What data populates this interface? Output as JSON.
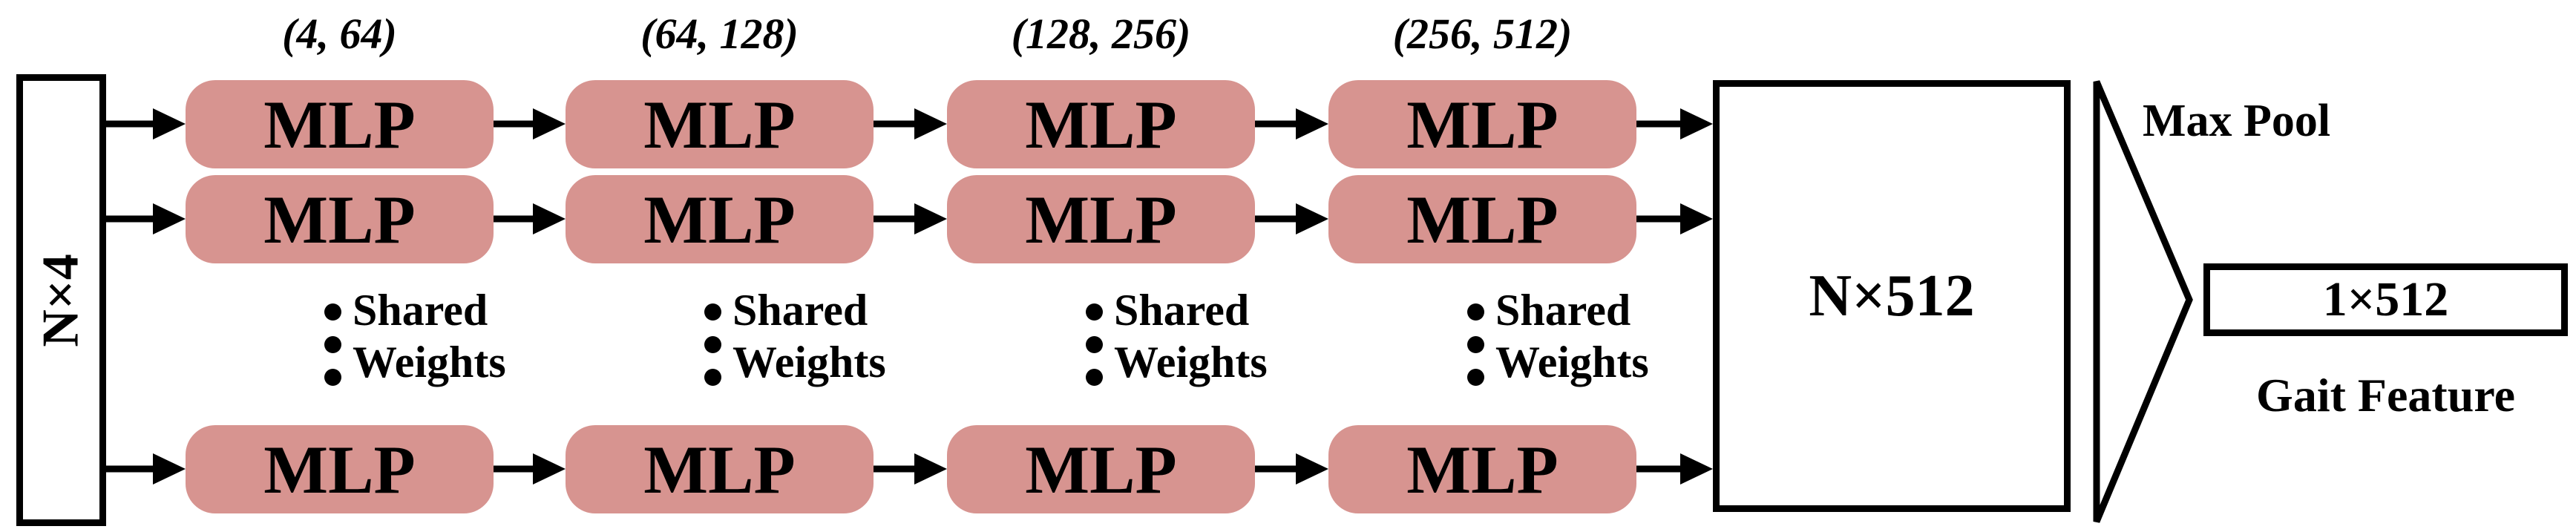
{
  "colors": {
    "block_fill": "#d79490",
    "stroke": "#000000",
    "background": "#ffffff",
    "text": "#000000"
  },
  "input": {
    "label": "N×4"
  },
  "mlp": {
    "label": "MLP"
  },
  "stages": [
    {
      "dims": "(4, 64)"
    },
    {
      "dims": "(64, 128)"
    },
    {
      "dims": "(128, 256)"
    },
    {
      "dims": "(256, 512)"
    }
  ],
  "shared_weights": {
    "line1": "Shared",
    "line2": "Weights"
  },
  "aggregate": {
    "label": "N×512"
  },
  "pool": {
    "label": "Max Pool"
  },
  "output": {
    "label": "1×512",
    "caption": "Gait Feature"
  }
}
